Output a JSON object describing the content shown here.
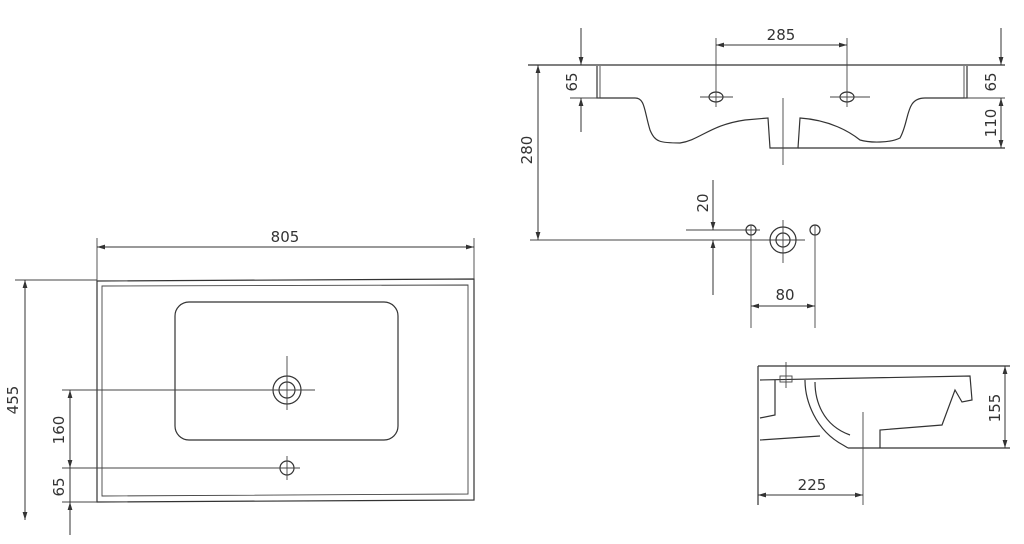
{
  "drawing": {
    "title": "Washbasin dimension drawing",
    "top_view": {
      "width": "805",
      "depth": "455",
      "drain_offset": "160",
      "tap_offset": "65"
    },
    "front_view": {
      "tap_spacing": "285",
      "left_rim": "65",
      "right_rim": "65",
      "bowl_depth": "110",
      "total": "280",
      "hole_offset": "20",
      "hole_spacing": "80"
    },
    "side_view": {
      "height": "155",
      "drain_distance": "225"
    }
  }
}
